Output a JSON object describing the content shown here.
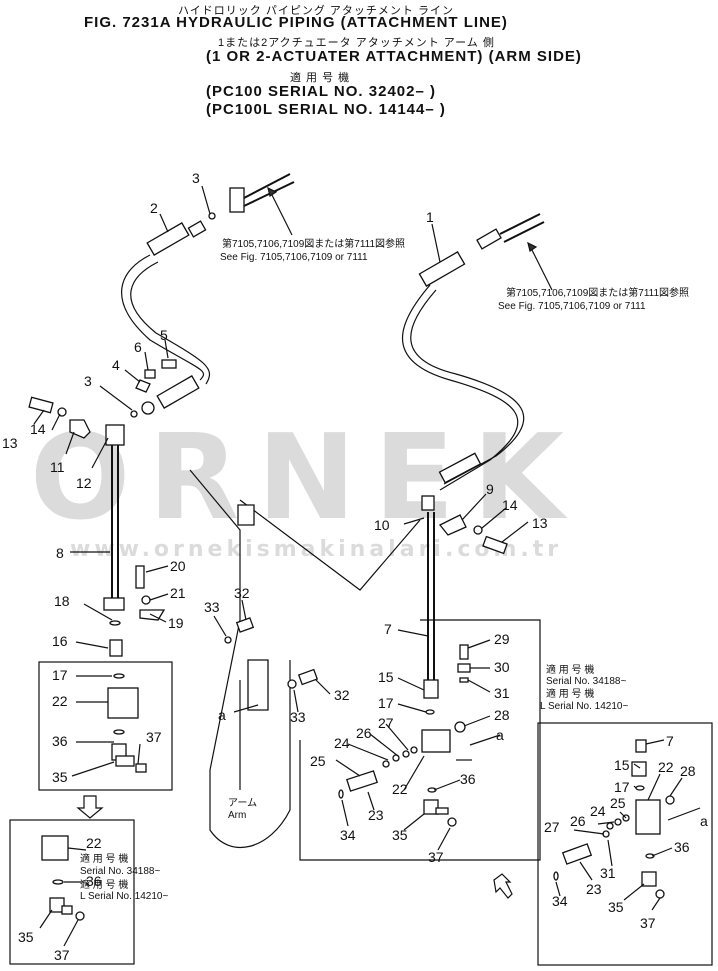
{
  "header": {
    "title_ja": "ハイドロリック パイピング アタッチメント ライン",
    "title_en": "FIG. 7231A  HYDRAULIC PIPING (ATTACHMENT LINE)",
    "sub_ja": "1または2アクチュエータ アタッチメント  アーム 側",
    "sub_en": "(1 OR 2-ACTUATER ATTACHMENT) (ARM SIDE)",
    "model_ja": "適 用 号 機",
    "model_1": "(PC100   SERIAL  NO. 32402– )",
    "model_2": "(PC100L  SERIAL  NO. 14144– )"
  },
  "notes": {
    "ref_left_ja": "第7105,7106,7109図または第7111図参照",
    "ref_left_en": "See Fig. 7105,7106,7109 or 7111",
    "ref_right_ja": "第7105,7106,7109図または第7111図参照",
    "ref_right_en": "See Fig. 7105,7106,7109 or 7111",
    "arm_ja": "アーム",
    "arm_en": "Arm",
    "serial_mid_ja1": "適 用 号 機",
    "serial_mid_1": "Serial No. 34188~",
    "serial_mid_ja2": "適 用 号 機",
    "serial_mid_2": "L Serial No. 14210~",
    "serial_left_ja1": "適 用 号 機",
    "serial_left_1": "Serial No. 34188~",
    "serial_left_ja2": "適 用 号 機",
    "serial_left_2": "L Serial No. 14210~",
    "arrow_a": "a"
  },
  "watermark": {
    "big": "ORNEK",
    "url": "www.ornekismakinalari.com.tr"
  },
  "labels": {
    "n1": "1",
    "n2": "2",
    "n3a": "3",
    "n3b": "3",
    "n4": "4",
    "n5": "5",
    "n6": "6",
    "n7a": "7",
    "n7b": "7",
    "n8": "8",
    "n9": "9",
    "n10": "10",
    "n11": "11",
    "n12": "12",
    "n13a": "13",
    "n13b": "13",
    "n14a": "14",
    "n14b": "14",
    "n15a": "15",
    "n15b": "15",
    "n16": "16",
    "n17a": "17",
    "n17b": "17",
    "n17c": "17",
    "n18": "18",
    "n19": "19",
    "n20": "20",
    "n21": "21",
    "n22a": "22",
    "n22b": "22",
    "n22c": "22",
    "n22d": "22",
    "n23a": "23",
    "n23b": "23",
    "n24a": "24",
    "n24b": "24",
    "n25a": "25",
    "n25b": "25",
    "n26a": "26",
    "n26b": "26",
    "n27a": "27",
    "n27b": "27",
    "n28a": "28",
    "n28b": "28",
    "n29": "29",
    "n30": "30",
    "n31a": "31",
    "n31b": "31",
    "n32a": "32",
    "n32b": "32",
    "n33a": "33",
    "n33b": "33",
    "n34a": "34",
    "n34b": "34",
    "n35a": "35",
    "n35b": "35",
    "n35c": "35",
    "n35d": "35",
    "n36a": "36",
    "n36b": "36",
    "n36c": "36",
    "n37a": "37",
    "n37b": "37",
    "n37c": "37",
    "n37d": "37"
  }
}
